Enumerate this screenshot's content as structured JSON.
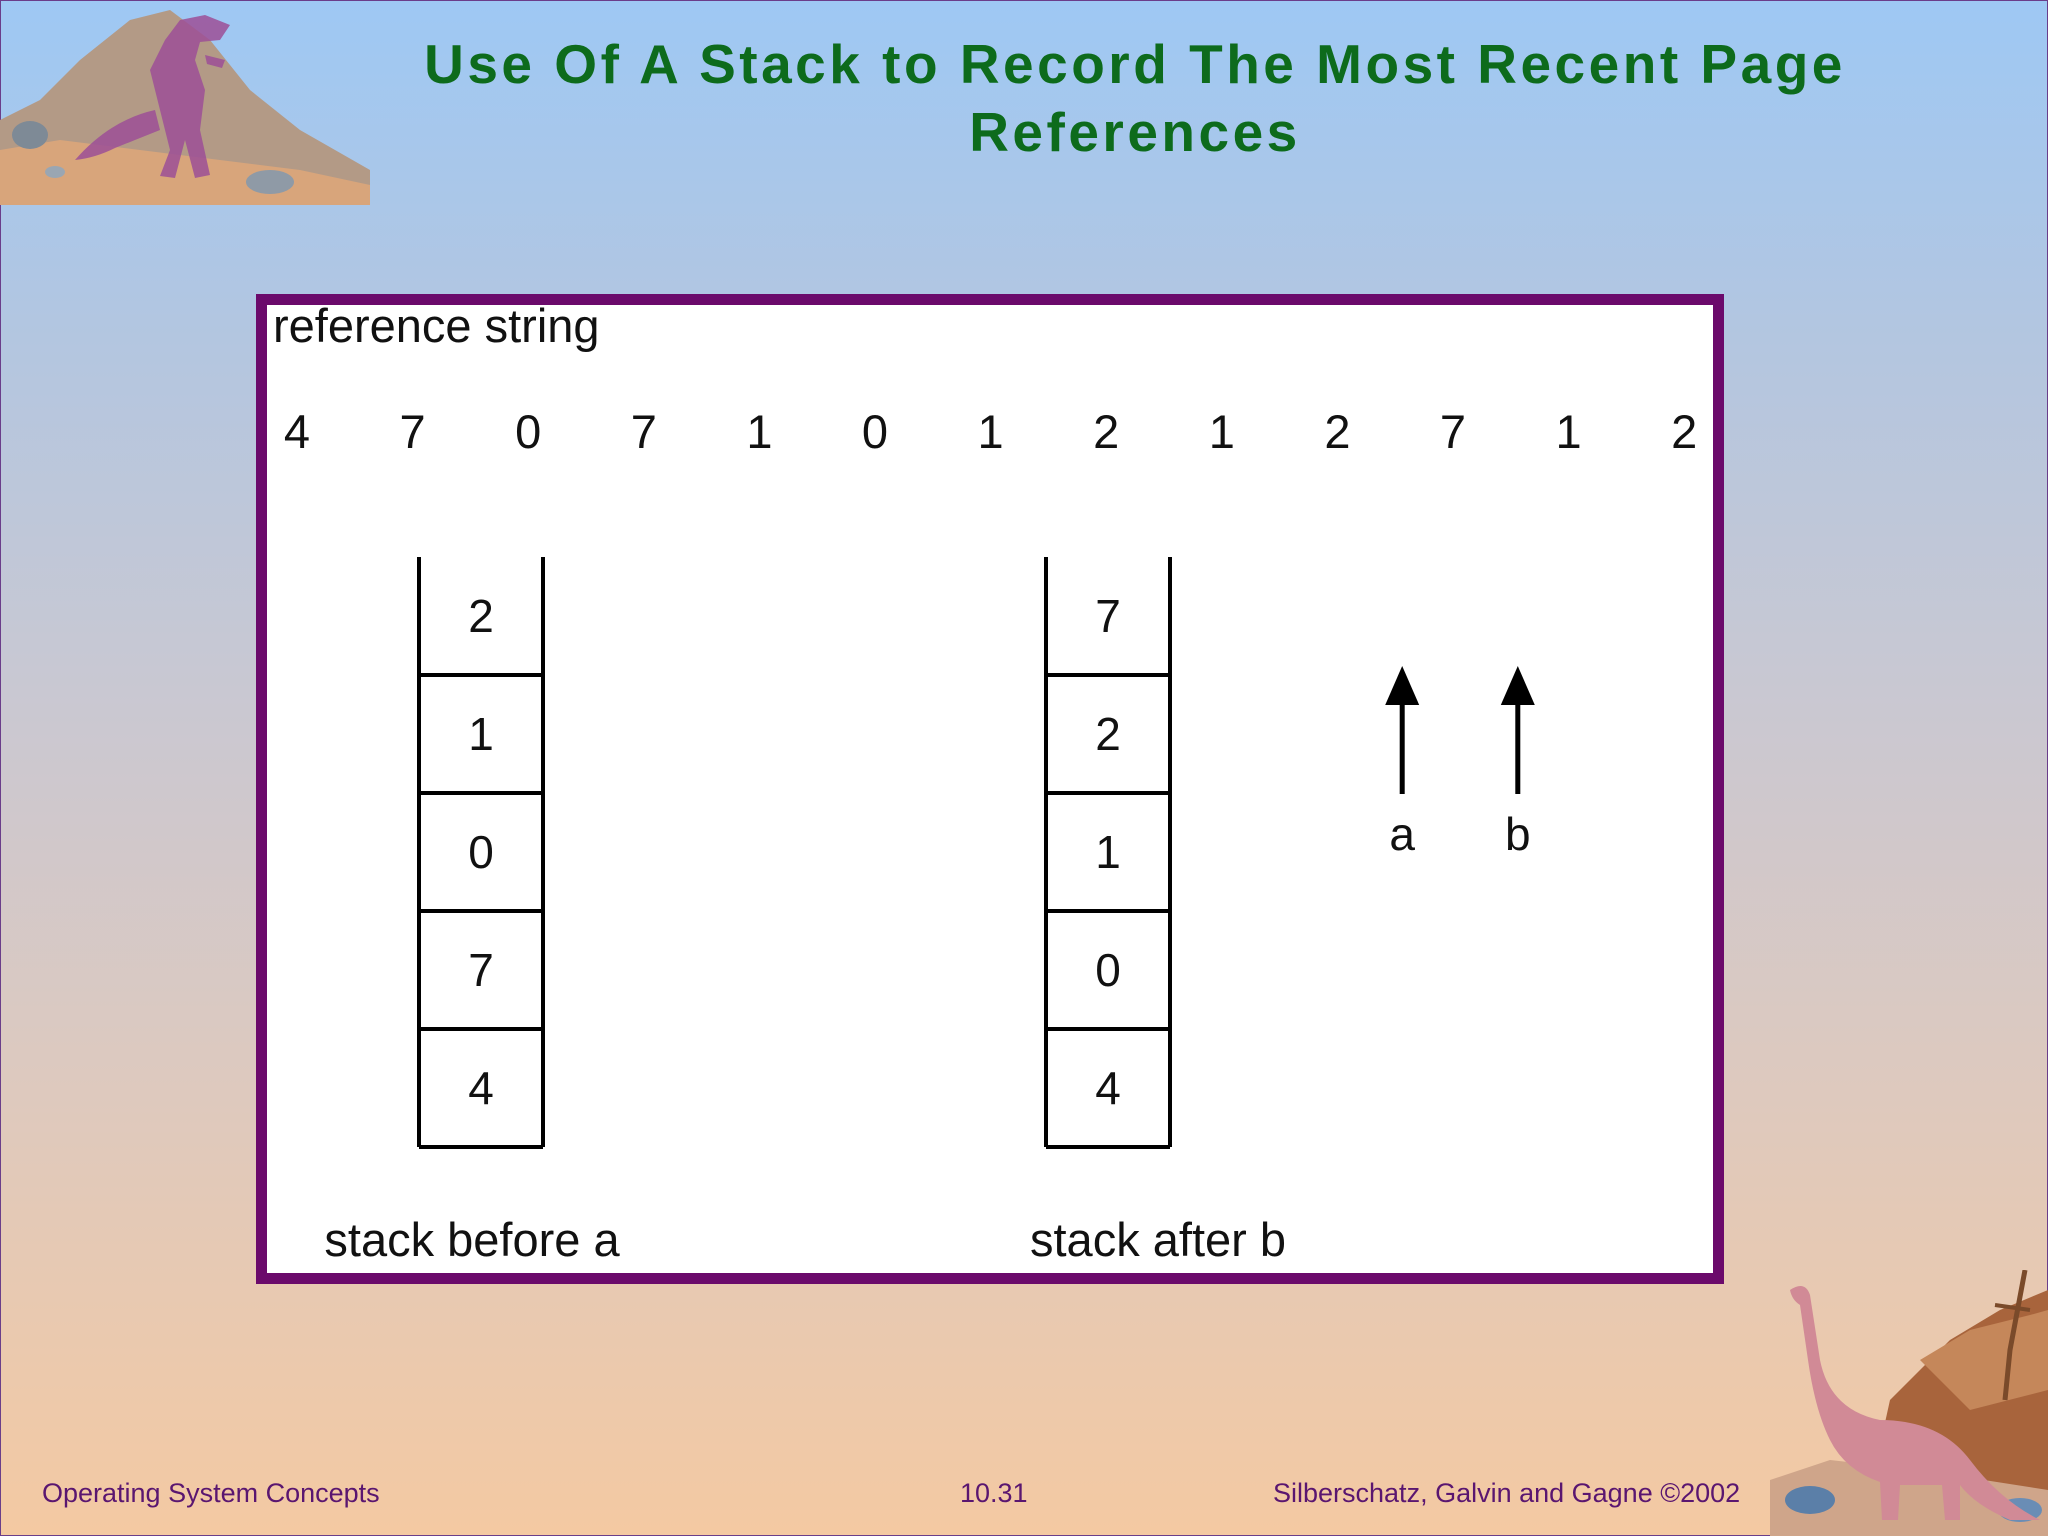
{
  "slide": {
    "title": "Use Of A Stack to Record The Most Recent Page References",
    "footer_left": "Operating System Concepts",
    "footer_center": "10.31",
    "footer_right": "Silberschatz, Galvin and  Gagne ©2002"
  },
  "diagram": {
    "reference_label": "reference string",
    "reference_string": [
      "4",
      "7",
      "0",
      "7",
      "1",
      "0",
      "1",
      "2",
      "1",
      "2",
      "7",
      "1",
      "2"
    ],
    "markers": [
      {
        "label": "a"
      },
      {
        "label": "b"
      }
    ],
    "stacks": [
      {
        "caption": "stack before a",
        "cells": [
          "2",
          "1",
          "0",
          "7",
          "4"
        ]
      },
      {
        "caption": "stack after b",
        "cells": [
          "7",
          "2",
          "1",
          "0",
          "4"
        ]
      }
    ]
  },
  "colors": {
    "title": "#0d6b1c",
    "frame_border": "#6b0a6b",
    "footer_text": "#5a1670"
  }
}
